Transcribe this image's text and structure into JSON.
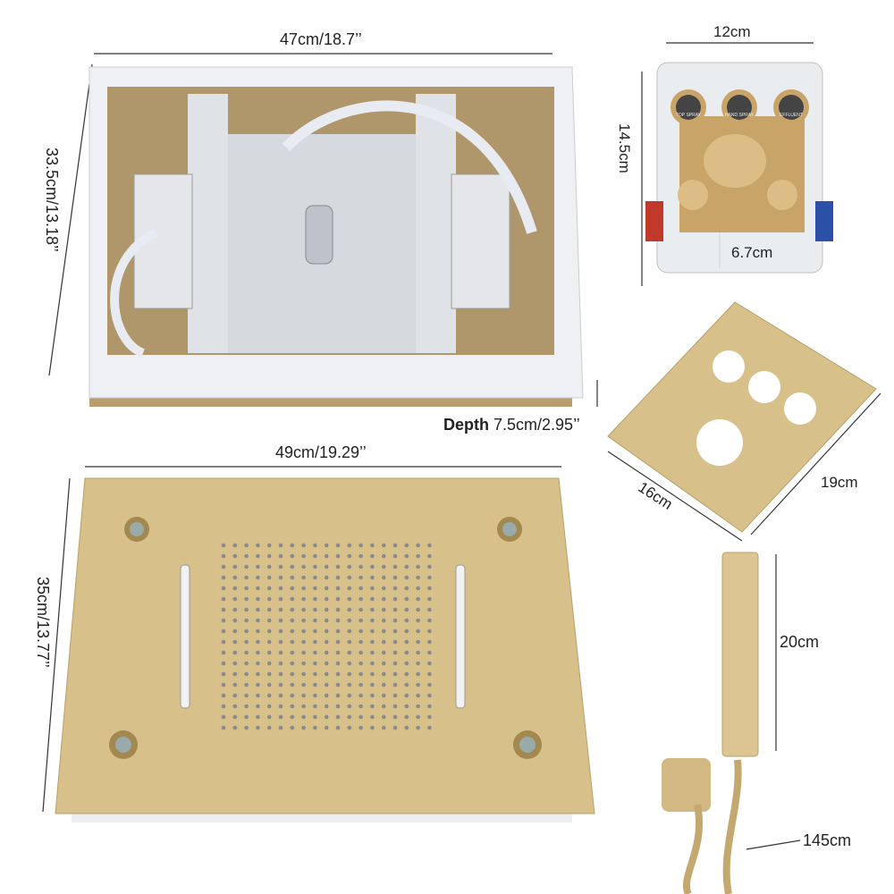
{
  "dimensions": {
    "box_width": "47cm/18.7’’",
    "box_height": "33.5cm/13.18’’",
    "depth_label": "Depth",
    "depth_value": "7.5cm/2.95’’",
    "valve_width": "12cm",
    "valve_height": "14.5cm",
    "valve_depth": "6.7cm",
    "panel_width": "49cm/19.29’’",
    "panel_height": "35cm/13.77’’",
    "plate_width": "16cm",
    "plate_height": "19cm",
    "handshower_length": "20cm",
    "hose_length": "145cm"
  },
  "valve_buttons": [
    "TOP SPRAY",
    "HAND SPRAY",
    "EFFLUENT"
  ],
  "colors": {
    "gold": "#d8c08a",
    "frame": "#eef0f3",
    "chrome": "#c9ccd1"
  }
}
